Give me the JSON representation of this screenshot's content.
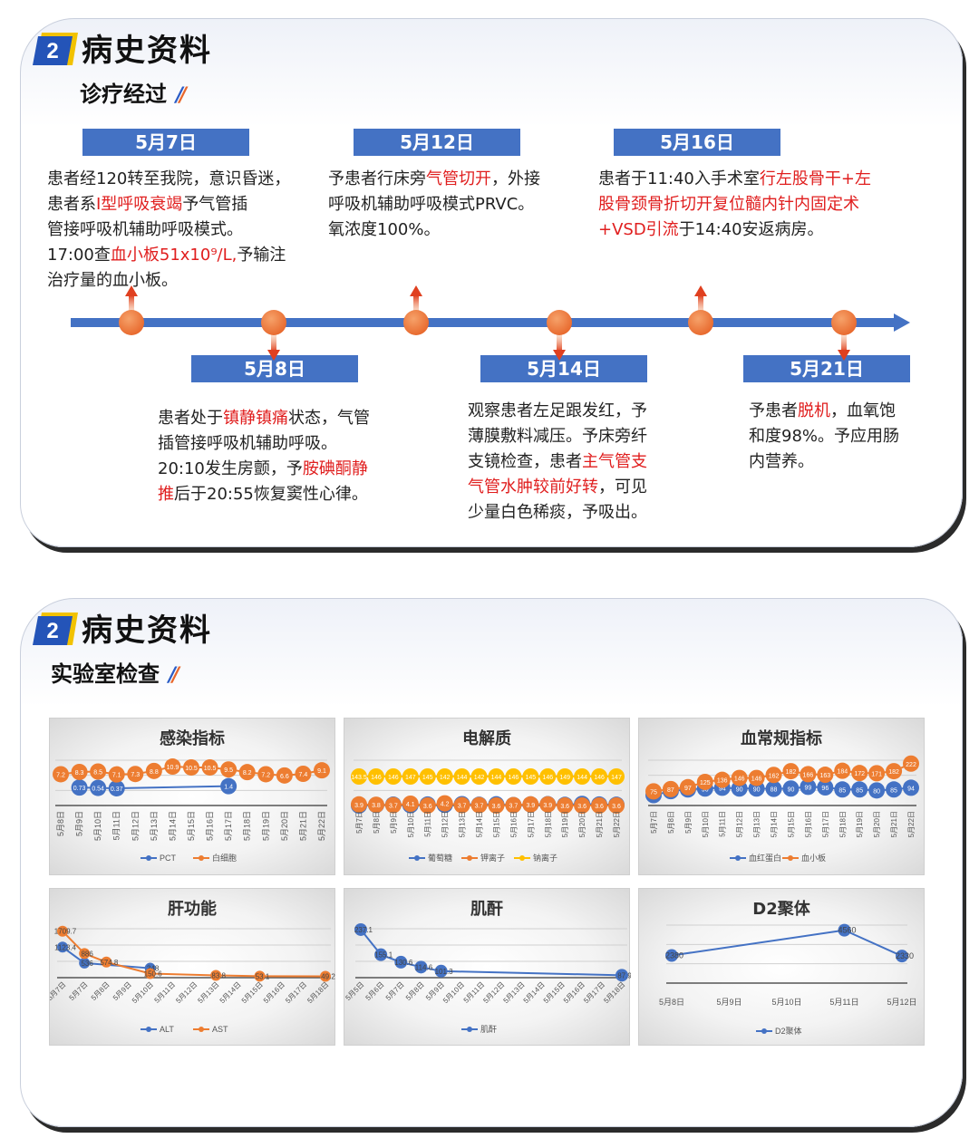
{
  "slide1": {
    "section_number": "2",
    "section_title": "病史资料",
    "subtitle": "诊疗经过",
    "events": [
      {
        "date": "5月7日",
        "lines": [
          [
            {
              "t": "患者经120转至我院，意识昏迷，"
            }
          ],
          [
            {
              "t": "患者系"
            },
            {
              "t": "Ⅰ型呼吸衰竭",
              "red": true
            },
            {
              "t": "予气管插"
            }
          ],
          [
            {
              "t": "管接呼吸机辅助呼吸模式。"
            }
          ],
          [
            {
              "t": "17:00查"
            },
            {
              "t": "血小板51x10⁹/L,",
              "red": true
            },
            {
              "t": "予输注"
            }
          ],
          [
            {
              "t": "治疗量的血小板。"
            }
          ]
        ]
      },
      {
        "date": "5月8日",
        "lines": [
          [
            {
              "t": "患者处于"
            },
            {
              "t": "镇静镇痛",
              "red": true
            },
            {
              "t": "状态，气管"
            }
          ],
          [
            {
              "t": "插管接呼吸机辅助呼吸。"
            }
          ],
          [
            {
              "t": "20:10发生房颤，予"
            },
            {
              "t": "胺碘酮静",
              "red": true
            }
          ],
          [
            {
              "t": "推",
              "red": true
            },
            {
              "t": "后于20:55恢复窦性心律。"
            }
          ]
        ]
      },
      {
        "date": "5月12日",
        "lines": [
          [
            {
              "t": "予患者行床旁"
            },
            {
              "t": "气管切开",
              "red": true
            },
            {
              "t": "，外接"
            }
          ],
          [
            {
              "t": "呼吸机辅助呼吸模式PRVC。"
            }
          ],
          [
            {
              "t": "氧浓度100%。"
            }
          ]
        ]
      },
      {
        "date": "5月14日",
        "lines": [
          [
            {
              "t": "观察患者左足跟发红，予"
            }
          ],
          [
            {
              "t": "薄膜敷料减压。予床旁纤"
            }
          ],
          [
            {
              "t": "支镜检查，患者"
            },
            {
              "t": "主气管支",
              "red": true
            }
          ],
          [
            {
              "t": "气管水肿较前好转",
              "red": true
            },
            {
              "t": "，可见"
            }
          ],
          [
            {
              "t": "少量白色稀痰，予吸出。"
            }
          ]
        ]
      },
      {
        "date": "5月16日",
        "lines": [
          [
            {
              "t": "患者于11:40入手术室"
            },
            {
              "t": "行左股骨干+左",
              "red": true
            }
          ],
          [
            {
              "t": "股骨颈骨折切开复位髓内针内固定术",
              "red": true
            }
          ],
          [
            {
              "t": "+VSD引流",
              "red": true
            },
            {
              "t": "于14:40安返病房。"
            }
          ]
        ]
      },
      {
        "date": "5月21日",
        "lines": [
          [
            {
              "t": "予患者"
            },
            {
              "t": "脱机",
              "red": true
            },
            {
              "t": "，血氧饱"
            }
          ],
          [
            {
              "t": "和度98%。予应用肠"
            }
          ],
          [
            {
              "t": "内营养。"
            }
          ]
        ]
      }
    ]
  },
  "slide2": {
    "section_number": "2",
    "section_title": "病史资料",
    "subtitle": "实验室检查"
  },
  "colors": {
    "blue": "#4472c4",
    "orange": "#ed7d31",
    "yellow": "#ffc000",
    "accent_red": "#e01e1e"
  },
  "chart_data": [
    {
      "type": "line",
      "title": "感染指标",
      "categories": [
        "5月8日",
        "5月9日",
        "5月10日",
        "5月11日",
        "5月12日",
        "5月13日",
        "5月14日",
        "5月15日",
        "5月16日",
        "5月17日",
        "5月18日",
        "5月19日",
        "5月20日",
        "5月21日",
        "5月22日"
      ],
      "series": [
        {
          "name": "PCT",
          "color": "#4472c4",
          "values": [
            null,
            0.73,
            0.54,
            0.37,
            null,
            null,
            null,
            null,
            null,
            1.4,
            null,
            null,
            null,
            null,
            null
          ]
        },
        {
          "name": "白细胞",
          "color": "#ed7d31",
          "values": [
            7.2,
            8.3,
            8.5,
            7.1,
            7.3,
            8.8,
            10.9,
            10.5,
            10.5,
            9.5,
            8.2,
            7.2,
            6.6,
            7.4,
            9.1
          ]
        }
      ]
    },
    {
      "type": "line",
      "title": "电解质",
      "categories": [
        "5月7日",
        "5月8日",
        "5月9日",
        "5月10日",
        "5月11日",
        "5月12日",
        "5月13日",
        "5月14日",
        "5月15日",
        "5月16日",
        "5月17日",
        "5月18日",
        "5月19日",
        "5月20日",
        "5月21日",
        "5月22日"
      ],
      "series": [
        {
          "name": "葡萄糖",
          "color": "#4472c4",
          "values": [
            7.3,
            7.8,
            8.1,
            7.6,
            8.2,
            7.9,
            8.6,
            8.0,
            8.4,
            7.7,
            8.3,
            8.5,
            7.9,
            8.8,
            8.2,
            8.0
          ]
        },
        {
          "name": "钾离子",
          "color": "#ed7d31",
          "values": [
            3.9,
            3.8,
            3.7,
            4.1,
            3.6,
            4.2,
            3.7,
            3.7,
            3.6,
            3.7,
            3.9,
            3.9,
            3.6,
            3.6,
            3.6,
            3.6
          ]
        },
        {
          "name": "钠离子",
          "color": "#ffc000",
          "values": [
            143.5,
            146,
            146,
            147,
            145,
            142,
            144,
            142,
            144,
            146,
            145,
            146,
            149,
            144,
            146,
            147
          ]
        }
      ]
    },
    {
      "type": "line",
      "title": "血常规指标",
      "categories": [
        "5月7日",
        "5月8日",
        "5月9日",
        "5月10日",
        "5月11日",
        "5月12日",
        "5月13日",
        "5月14日",
        "5月15日",
        "5月16日",
        "5月17日",
        "5月18日",
        "5月19日",
        "5月20日",
        "5月21日",
        "5月22日"
      ],
      "series": [
        {
          "name": "血红蛋白",
          "color": "#4472c4",
          "values": [
            55,
            76,
            85,
            90,
            94,
            90,
            90,
            88,
            90,
            99,
            96,
            85,
            85,
            80,
            85,
            94
          ]
        },
        {
          "name": "血小板",
          "color": "#ed7d31",
          "values": [
            75,
            87,
            97,
            125,
            136,
            146,
            146,
            162,
            182,
            166,
            163,
            184,
            172,
            171,
            182,
            222
          ]
        }
      ]
    },
    {
      "type": "line",
      "title": "肝功能",
      "categories": [
        "5月7日",
        "5月7日",
        "5月8日",
        "5月9日",
        "5月10日",
        "5月11日",
        "5月12日",
        "5月13日",
        "5月14日",
        "5月15日",
        "5月16日",
        "5月17日",
        "5月18日"
      ],
      "series": [
        {
          "name": "ALT",
          "color": "#4472c4",
          "values": [
            1123.4,
            536,
            null,
            null,
            348,
            null,
            null,
            null,
            null,
            null,
            null,
            null,
            null
          ]
        },
        {
          "name": "AST",
          "color": "#ed7d31",
          "values": [
            1709.7,
            886,
            574.8,
            null,
            150.6,
            null,
            null,
            83.8,
            null,
            53.1,
            null,
            null,
            49.2
          ]
        }
      ]
    },
    {
      "type": "line",
      "title": "肌酐",
      "categories": [
        "5月5日",
        "5月6日",
        "5月7日",
        "5月8日",
        "5月9日",
        "5月10日",
        "5月11日",
        "5月12日",
        "5月13日",
        "5月14日",
        "5月15日",
        "5月16日",
        "5月17日",
        "5月18日"
      ],
      "series": [
        {
          "name": "肌酐",
          "color": "#4472c4",
          "values": [
            237.1,
            155.1,
            130.6,
            114.6,
            101.3,
            null,
            null,
            null,
            null,
            null,
            null,
            null,
            null,
            87.9
          ]
        }
      ]
    },
    {
      "type": "line",
      "title": "D2聚体",
      "categories": [
        "5月8日",
        "5月9日",
        "5月10日",
        "5月11日",
        "5月12日"
      ],
      "series": [
        {
          "name": "D2聚体",
          "color": "#4472c4",
          "values": [
            2380,
            null,
            null,
            4560,
            2330
          ]
        }
      ]
    }
  ]
}
